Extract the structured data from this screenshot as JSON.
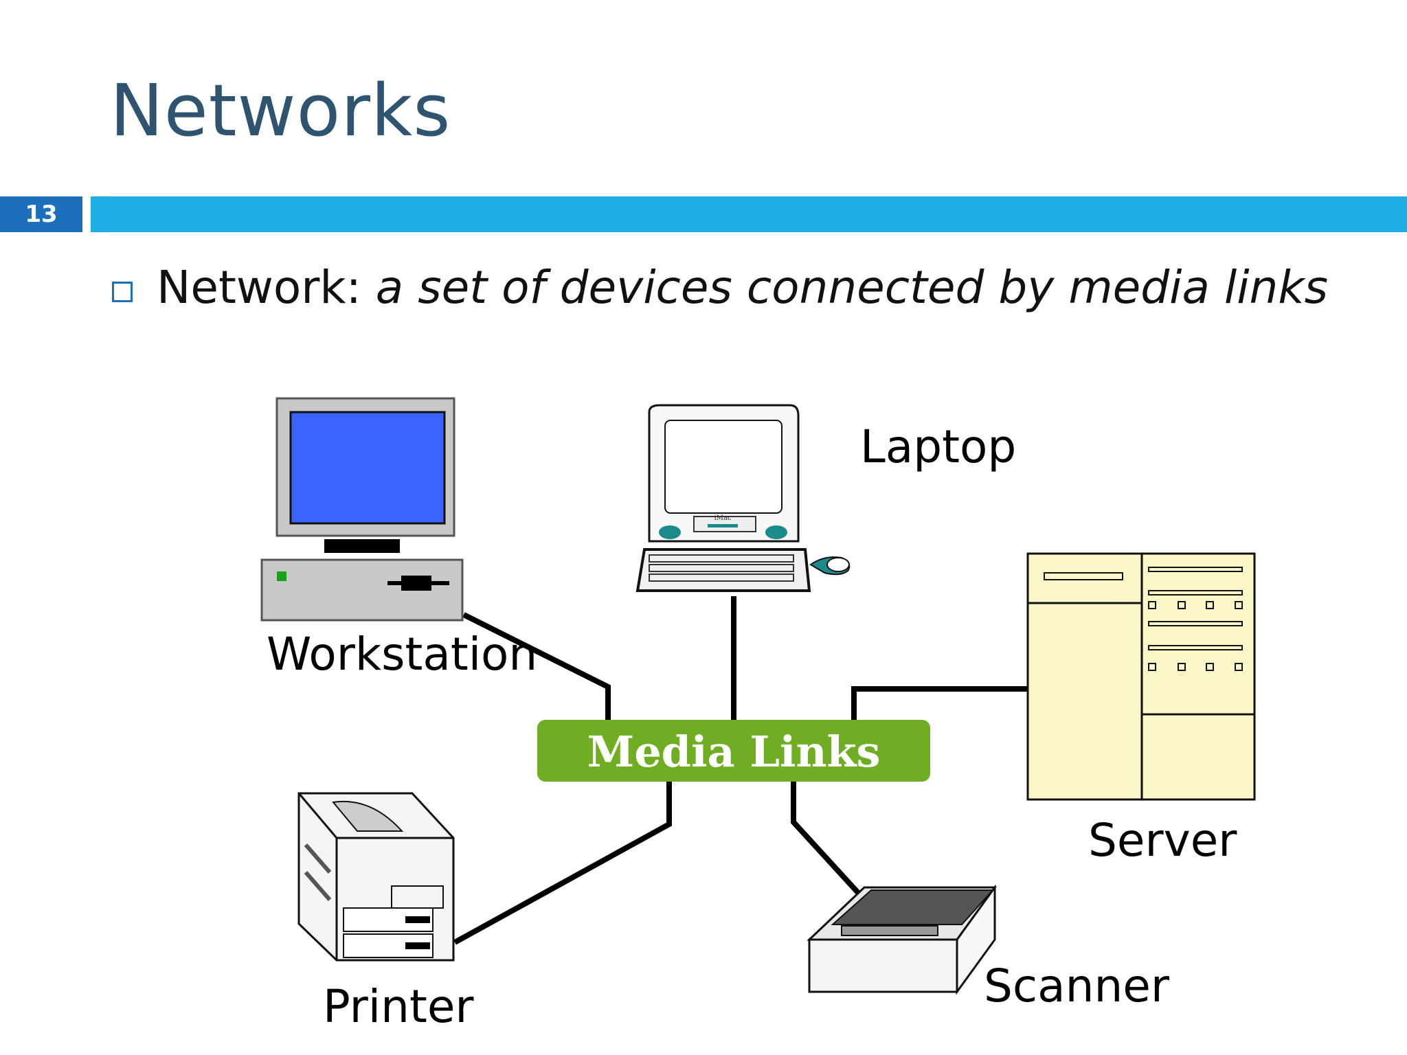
{
  "slide": {
    "title": "Networks",
    "number": "13",
    "bullet_term": "Network:",
    "bullet_definition": "a set of devices connected by media links"
  },
  "diagram": {
    "hub": "Media Links",
    "devices": {
      "workstation": "Workstation",
      "laptop": "Laptop",
      "server": "Server",
      "printer": "Printer",
      "scanner": "Scanner"
    },
    "imac_badge": "iMac"
  },
  "colors": {
    "title": "#2e5470",
    "accent_bar": "#1eade3",
    "number_box": "#1c6fbd",
    "hub": "#6fae23",
    "monitor_screen": "#3a63ff",
    "server_body": "#fbf7c9"
  }
}
